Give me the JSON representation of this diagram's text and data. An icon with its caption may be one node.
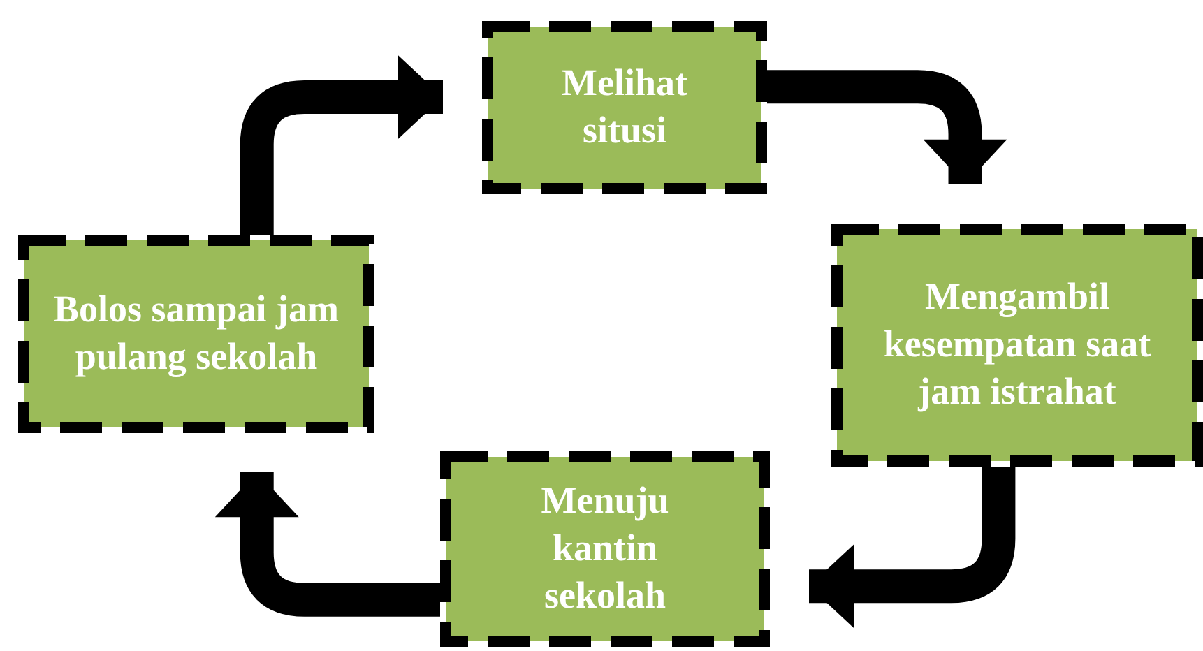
{
  "diagram": {
    "nodes": [
      {
        "text": [
          "Melihat situsi"
        ]
      },
      {
        "text": [
          "Mengambil kesempatan saat jam istrahat"
        ]
      },
      {
        "text": [
          "Menuju kantin sekolah"
        ]
      },
      {
        "text": [
          "Bolos sampai jam pulang sekolah"
        ]
      }
    ],
    "edges": [
      {
        "from": 0,
        "to": 1,
        "arrow": "to"
      },
      {
        "from": 1,
        "to": 2,
        "arrow": "to"
      },
      {
        "from": 2,
        "to": 3,
        "arrow": "to"
      },
      {
        "from": 3,
        "to": 0,
        "arrow": "to"
      }
    ]
  }
}
